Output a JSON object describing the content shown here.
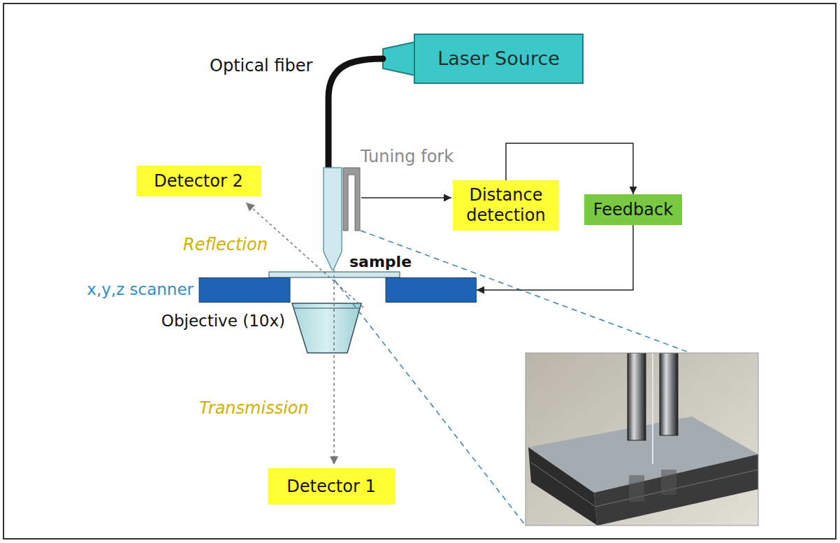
{
  "diagram": {
    "nodes": [
      {
        "text": [
          "Laser Source"
        ]
      },
      {
        "text": [
          "Detector 2"
        ]
      },
      {
        "text": [
          "Distance detection"
        ]
      },
      {
        "text": [
          "Feedback"
        ]
      },
      {
        "text": [
          "x,y,z scanner"
        ]
      },
      {
        "text": [
          "Detector 1"
        ]
      }
    ],
    "edges": [
      {
        "from": 2,
        "to": 3,
        "arrow": "to"
      },
      {
        "from": 3,
        "to": 4,
        "arrow": "to"
      }
    ],
    "labels": [
      "Optical fiber",
      "Tuning fork",
      "Reflection",
      "sample",
      "Objective (10x)",
      "Transmission"
    ]
  }
}
